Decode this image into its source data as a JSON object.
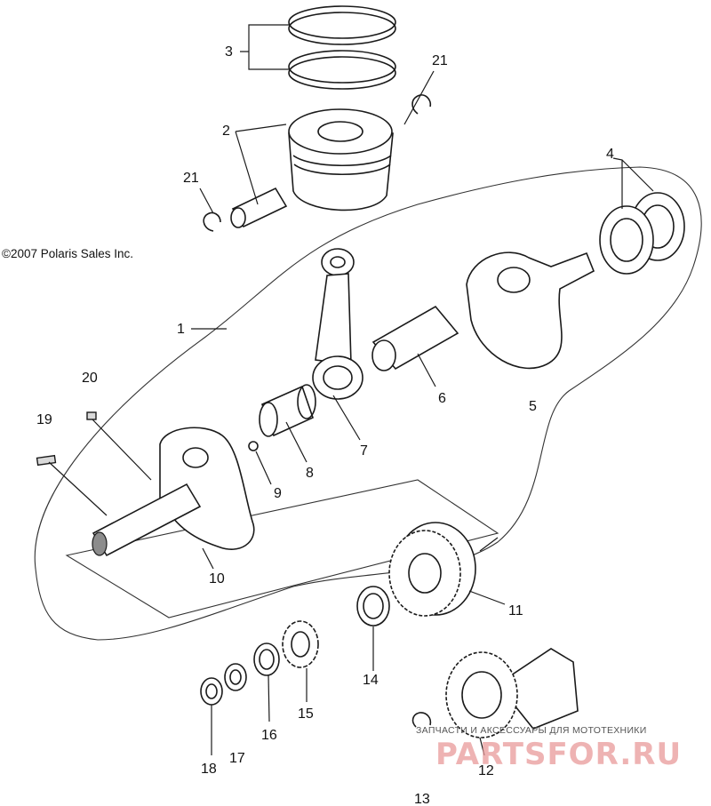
{
  "copyright": "©2007 Polaris Sales Inc.",
  "callouts": {
    "c1": "1",
    "c2": "2",
    "c3": "3",
    "c4": "4",
    "c5": "5",
    "c6": "6",
    "c7": "7",
    "c8": "8",
    "c9": "9",
    "c10": "10",
    "c11": "11",
    "c12": "12",
    "c13": "13",
    "c14": "14",
    "c15": "15",
    "c16": "16",
    "c17": "17",
    "c18": "18",
    "c19": "19",
    "c20": "20",
    "c21a": "21",
    "c21b": "21"
  },
  "watermark": {
    "tagline": "ЗАПЧАСТИ И АКСЕССУАРЫ ДЛЯ МОТОТЕХНИКИ",
    "logo": "PARTSFOR.RU",
    "color": "#e89a9a"
  }
}
